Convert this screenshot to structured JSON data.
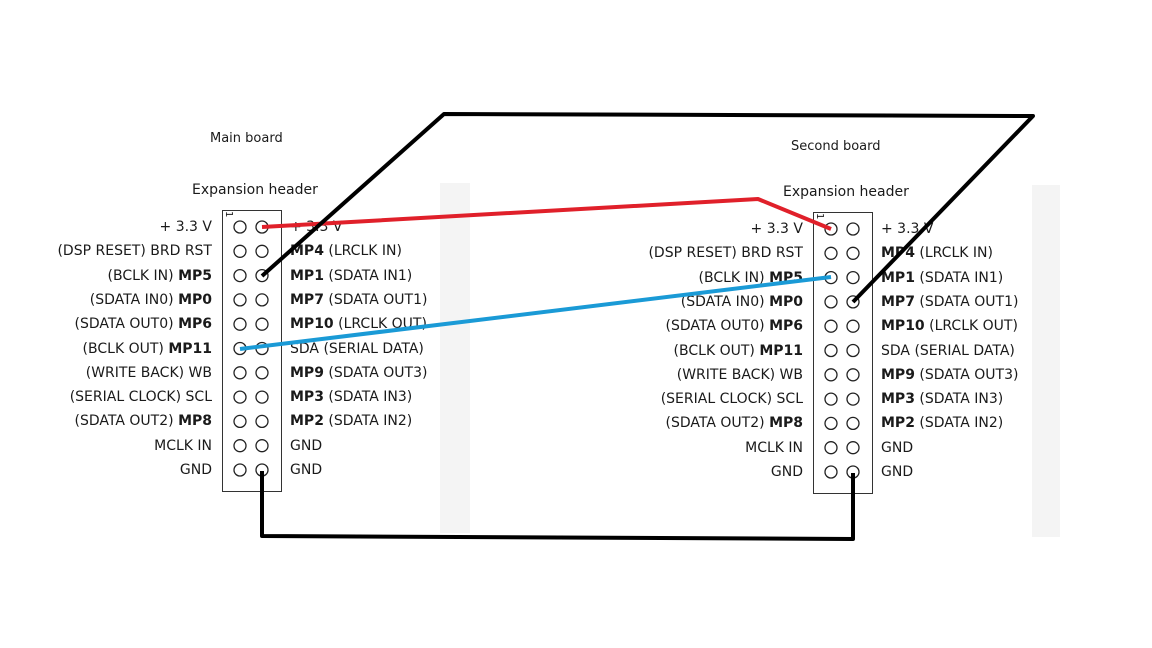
{
  "boards": [
    {
      "title": "Main board",
      "header_title": "Expansion header",
      "pin1_marker": "1",
      "left_pins": [
        {
          "prefix": "+ 3.3 V",
          "bold": ""
        },
        {
          "prefix": "(DSP RESET) BRD RST",
          "bold": ""
        },
        {
          "prefix": "(BCLK IN) ",
          "bold": "MP5"
        },
        {
          "prefix": "(SDATA IN0) ",
          "bold": "MP0"
        },
        {
          "prefix": "(SDATA OUT0) ",
          "bold": "MP6"
        },
        {
          "prefix": "(BCLK OUT) ",
          "bold": "MP11"
        },
        {
          "prefix": "(WRITE BACK) WB",
          "bold": ""
        },
        {
          "prefix": "(SERIAL CLOCK) SCL",
          "bold": ""
        },
        {
          "prefix": "(SDATA OUT2) ",
          "bold": "MP8"
        },
        {
          "prefix": "MCLK IN",
          "bold": ""
        },
        {
          "prefix": "GND",
          "bold": ""
        }
      ],
      "right_pins": [
        {
          "bold": "",
          "suffix": "+ 3.3 V"
        },
        {
          "bold": "MP4",
          "suffix": " (LRCLK IN)"
        },
        {
          "bold": "MP1",
          "suffix": " (SDATA IN1)"
        },
        {
          "bold": "MP7",
          "suffix": " (SDATA OUT1)"
        },
        {
          "bold": "MP10",
          "suffix": " (LRCLK OUT)"
        },
        {
          "bold": "",
          "suffix": "SDA (SERIAL DATA)"
        },
        {
          "bold": "MP9",
          "suffix": " (SDATA OUT3)"
        },
        {
          "bold": "MP3",
          "suffix": " (SDATA IN3)"
        },
        {
          "bold": "MP2",
          "suffix": " (SDATA IN2)"
        },
        {
          "bold": "",
          "suffix": "GND"
        },
        {
          "bold": "",
          "suffix": "GND"
        }
      ]
    },
    {
      "title": "Second board",
      "header_title": "Expansion header",
      "pin1_marker": "1",
      "left_pins": [
        {
          "prefix": "+ 3.3 V",
          "bold": ""
        },
        {
          "prefix": "(DSP RESET) BRD RST",
          "bold": ""
        },
        {
          "prefix": "(BCLK IN) ",
          "bold": "MP5"
        },
        {
          "prefix": "(SDATA IN0) ",
          "bold": "MP0"
        },
        {
          "prefix": "(SDATA OUT0) ",
          "bold": "MP6"
        },
        {
          "prefix": "(BCLK OUT) ",
          "bold": "MP11"
        },
        {
          "prefix": "(WRITE BACK) WB",
          "bold": ""
        },
        {
          "prefix": "(SERIAL CLOCK) SCL",
          "bold": ""
        },
        {
          "prefix": "(SDATA OUT2) ",
          "bold": "MP8"
        },
        {
          "prefix": "MCLK IN",
          "bold": ""
        },
        {
          "prefix": "GND",
          "bold": ""
        }
      ],
      "right_pins": [
        {
          "bold": "",
          "suffix": "+ 3.3 V"
        },
        {
          "bold": "MP4",
          "suffix": " (LRCLK IN)"
        },
        {
          "bold": "MP1",
          "suffix": " (SDATA IN1)"
        },
        {
          "bold": "MP7",
          "suffix": " (SDATA OUT1)"
        },
        {
          "bold": "MP10",
          "suffix": " (LRCLK OUT)"
        },
        {
          "bold": "",
          "suffix": "SDA (SERIAL DATA)"
        },
        {
          "bold": "MP9",
          "suffix": " (SDATA OUT3)"
        },
        {
          "bold": "MP3",
          "suffix": " (SDATA IN3)"
        },
        {
          "bold": "MP2",
          "suffix": " (SDATA IN2)"
        },
        {
          "bold": "",
          "suffix": "GND"
        },
        {
          "bold": "",
          "suffix": "GND"
        }
      ]
    }
  ],
  "wires": [
    {
      "name": "power-3v3-wire",
      "color": "#e0202a"
    },
    {
      "name": "bclk-wire",
      "color": "#1a9ad6"
    },
    {
      "name": "sdata-wire",
      "color": "#000000"
    },
    {
      "name": "ground-wire",
      "color": "#000000"
    }
  ]
}
